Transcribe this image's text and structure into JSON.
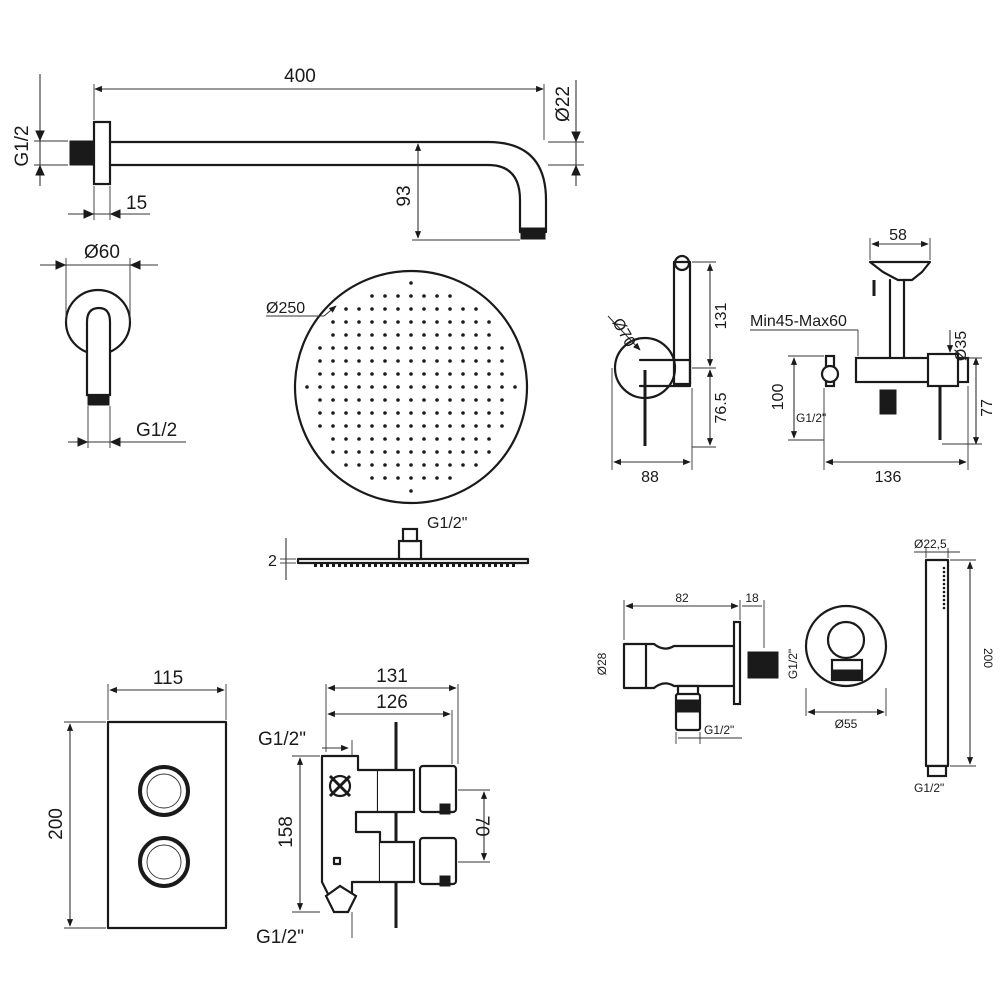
{
  "shower_arm": {
    "length": "400",
    "diameter": "Ø22",
    "thread": "G1/2",
    "flange_depth": "15",
    "drop": "93"
  },
  "arm_side_view": {
    "diameter": "Ø60",
    "thread": "G1/2"
  },
  "shower_head": {
    "diameter": "Ø250",
    "thread": "G1/2\"",
    "thickness": "2"
  },
  "bidet_valve": {
    "handle_diameter": "Ø70",
    "height": "131",
    "lever_height": "76.5",
    "depth": "88"
  },
  "bidet_mixer": {
    "width": "58",
    "install_depth": "Min45-Max60",
    "diameter": "Ø35",
    "height": "100",
    "thread": "G1/2\"",
    "offset": "77",
    "length": "136"
  },
  "thermostatic_plate": {
    "width": "115",
    "height": "200"
  },
  "thermostatic_body": {
    "outer_depth": "131",
    "inner_depth": "126",
    "height": "158",
    "spacing": "70",
    "thread_top": "G1/2\"",
    "thread_bottom": "G1/2\""
  },
  "wall_outlet_side": {
    "length": "82",
    "flange": "18",
    "diameter": "Ø28",
    "thread": "G1/2\"",
    "thread_small": "G1/2\""
  },
  "wall_outlet_front": {
    "diameter": "Ø55"
  },
  "hand_shower": {
    "diameter": "Ø22,5",
    "length": "200",
    "thread": "G1/2\""
  }
}
